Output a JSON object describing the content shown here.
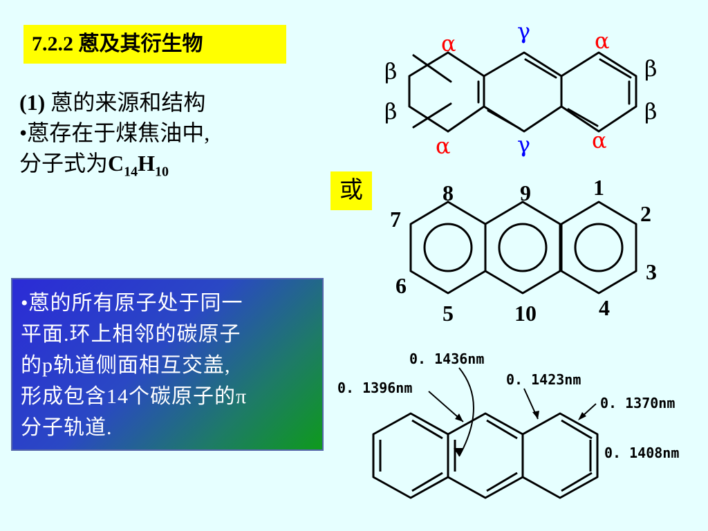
{
  "slide": {
    "heading": "7.2.2 蒽及其衍生物",
    "subheading_num": "(1)",
    "subheading_text": " 蒽的来源和结构",
    "bullet1": "•蒽存在于煤焦油中,",
    "formula_prefix": "分子式为",
    "formula_c": "C",
    "formula_c_sub": "14",
    "formula_h": "H",
    "formula_h_sub": "10",
    "or_label": "或",
    "box_lines": [
      "•蒽的所有原子处于同一",
      "平面.环上相邻的碳原子",
      "的p轨道侧面相互交盖,",
      "形成包含14个碳原子的π",
      "分子轨道."
    ]
  },
  "greek_diagram": {
    "labels": {
      "alpha": "α",
      "beta": "β",
      "gamma": "γ"
    },
    "colors": {
      "alpha": "#ff0000",
      "gamma": "#0000ff",
      "beta": "#000000"
    }
  },
  "numbered_diagram": {
    "positions": [
      "1",
      "2",
      "3",
      "4",
      "5",
      "6",
      "7",
      "8",
      "9",
      "10"
    ]
  },
  "bond_length_diagram": {
    "labels": [
      "0. 1436nm",
      "0. 1396nm",
      "0. 1423nm",
      "0. 1370nm",
      "0. 1408nm"
    ]
  }
}
